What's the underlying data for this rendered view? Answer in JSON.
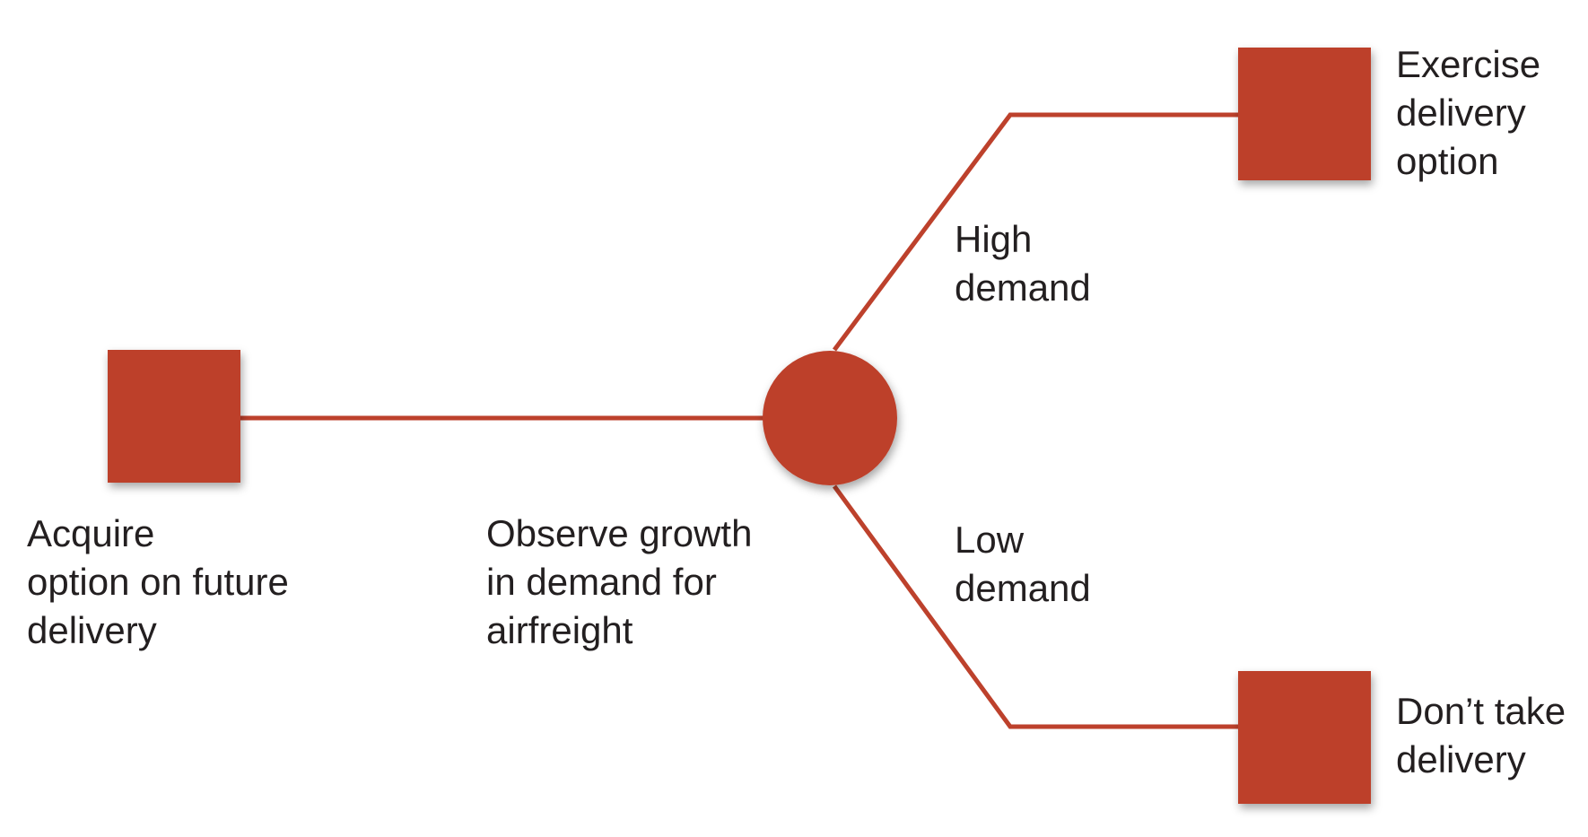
{
  "colors": {
    "node_fill": "#bd412c",
    "edge_stroke": "#bd412c",
    "text": "#231f20",
    "background": "#ffffff"
  },
  "nodes": {
    "root_decision": {
      "shape": "square",
      "label_lines": [
        "Acquire",
        "option on future",
        "delivery"
      ]
    },
    "chance": {
      "shape": "circle",
      "label_lines": [
        "Observe growth",
        "in demand for",
        "airfreight"
      ]
    },
    "exercise": {
      "shape": "square",
      "label_lines": [
        "Exercise",
        "delivery",
        "option"
      ]
    },
    "no_delivery": {
      "shape": "square",
      "label_lines": [
        "Don’t take",
        "delivery"
      ]
    }
  },
  "branches": {
    "high": {
      "label_lines": [
        "High",
        "demand"
      ]
    },
    "low": {
      "label_lines": [
        "Low",
        "demand"
      ]
    }
  }
}
